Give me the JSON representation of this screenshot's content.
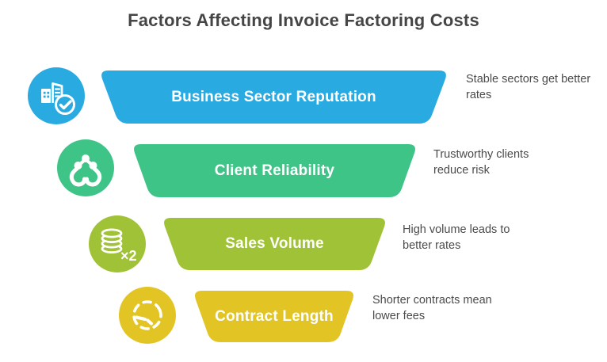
{
  "title": "Factors Affecting Invoice Factoring Costs",
  "colors": {
    "background": "#ffffff",
    "title_text": "#454545",
    "note_text": "#4b4b4b",
    "bar_label_text": "#ffffff"
  },
  "rows": [
    {
      "label": "Business Sector Reputation",
      "note": "Stable sectors get better rates",
      "color": "#29abe2",
      "icon": "building-check-icon"
    },
    {
      "label": "Client Reliability",
      "note": "Trustworthy clients reduce risk",
      "color": "#3fc488",
      "icon": "hands-network-icon"
    },
    {
      "label": "Sales Volume",
      "note": "High volume leads to better rates",
      "color": "#a0c236",
      "icon": "coins-x2-icon",
      "badge": "×2"
    },
    {
      "label": "Contract Length",
      "note": "Shorter contracts mean lower fees",
      "color": "#e2c525",
      "icon": "dashed-gauge-icon"
    }
  ]
}
